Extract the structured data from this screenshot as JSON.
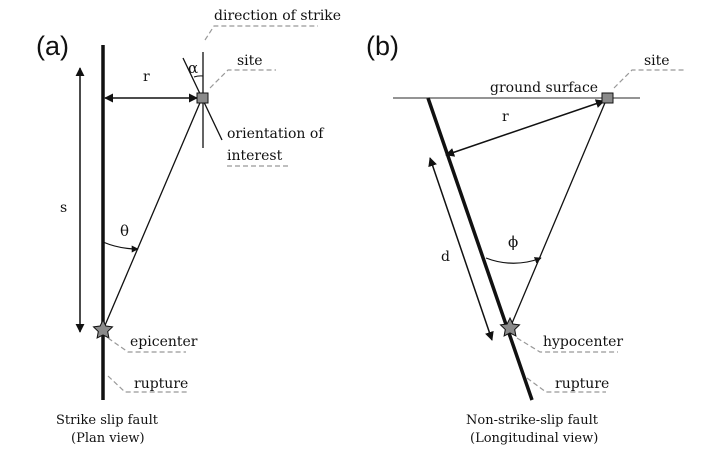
{
  "panel_a": {
    "label": "(a)",
    "direction_of_strike": "direction of strike",
    "alpha": "α",
    "site": "site",
    "r": "r",
    "orientation_line1": "orientation of",
    "orientation_line2": "interest",
    "s": "s",
    "theta": "θ",
    "epicenter": "epicenter",
    "rupture": "rupture",
    "caption_line1": "Strike slip fault",
    "caption_line2": "(Plan view)"
  },
  "panel_b": {
    "label": "(b)",
    "site": "site",
    "ground_surface": "ground surface",
    "r": "r",
    "d": "d",
    "phi": "ϕ",
    "hypocenter": "hypocenter",
    "rupture": "rupture",
    "caption_line1": "Non-strike-slip fault",
    "caption_line2": "(Longitudinal view)"
  },
  "colors": {
    "ink": "#111111",
    "marker_fill": "#8a8a8a",
    "dashed_leader": "#999999"
  }
}
